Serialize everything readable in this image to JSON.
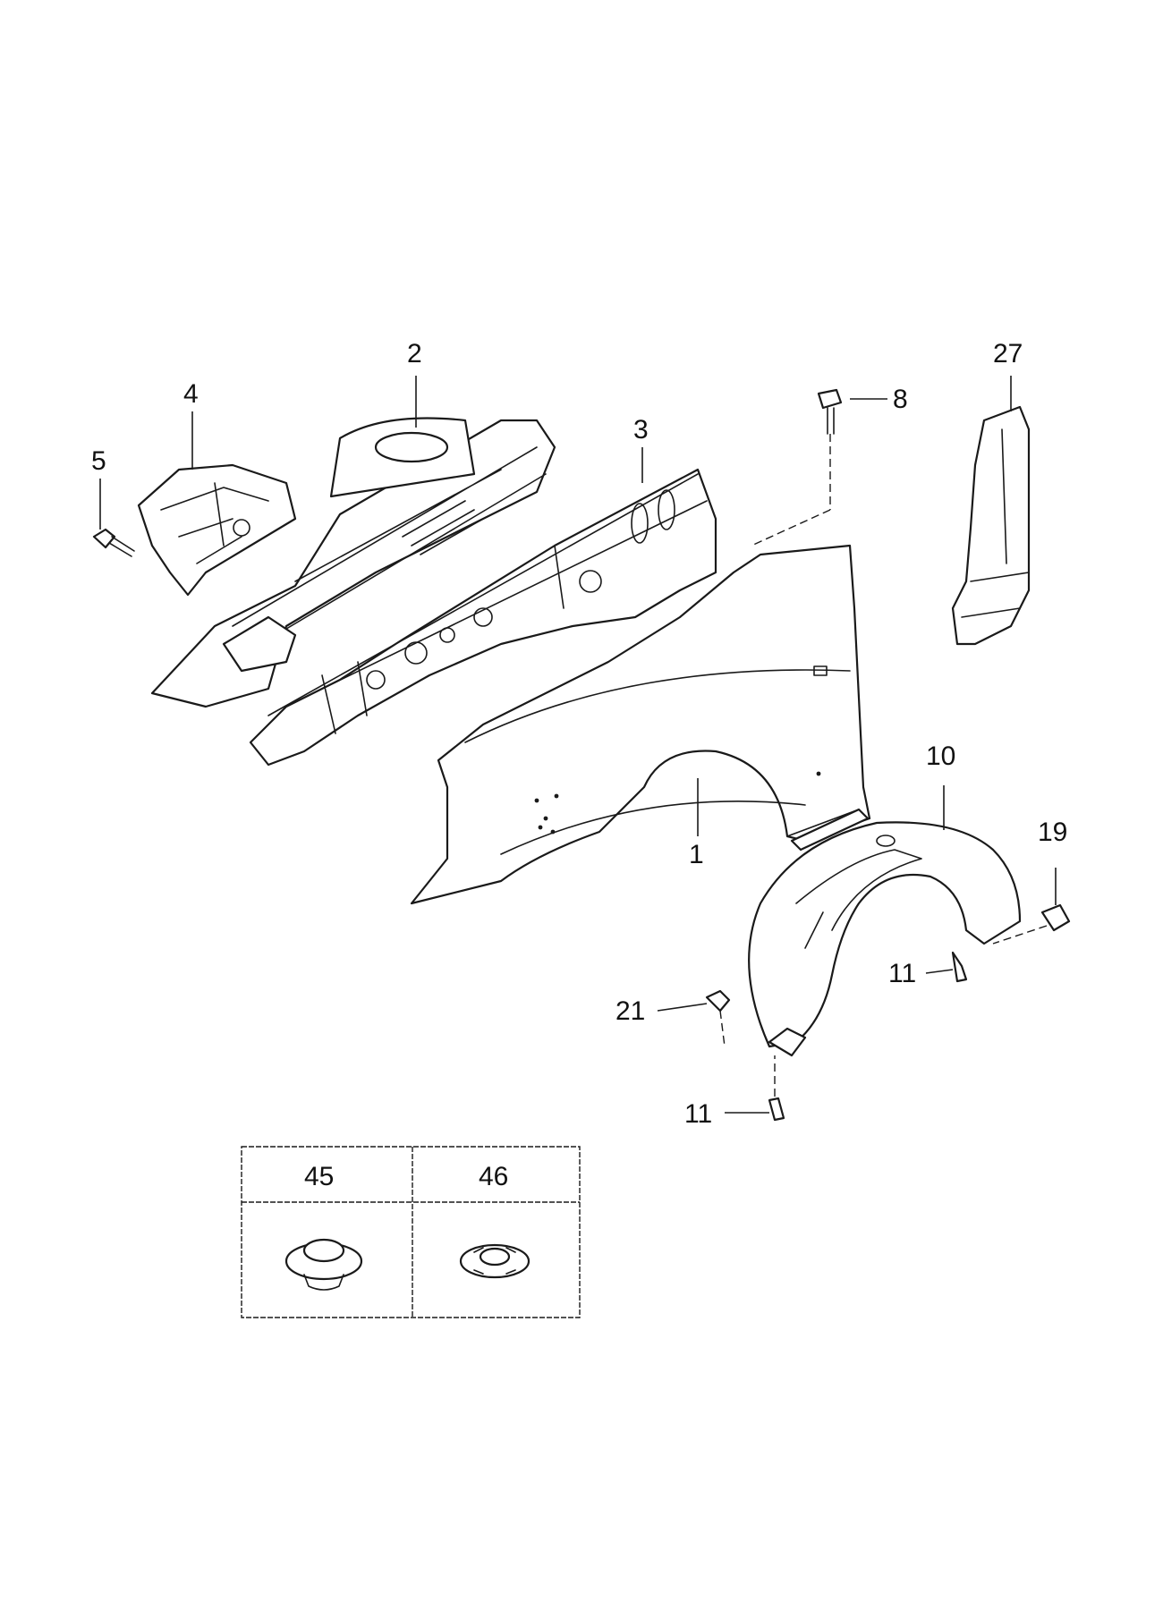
{
  "callouts": {
    "fender": "1",
    "upper_rail": "2",
    "side_member": "3",
    "bracket": "4",
    "bolt_5": "5",
    "bolt_8": "8",
    "wheel_liner": "10",
    "screw_11_upper": "11",
    "screw_11_lower": "11",
    "clip_19": "19",
    "clip_21": "21",
    "seal_panel": "27"
  },
  "fastener_table": {
    "col1": "45",
    "col2": "46"
  },
  "colors": {
    "line": "#1a1a1a",
    "background": "#ffffff"
  }
}
